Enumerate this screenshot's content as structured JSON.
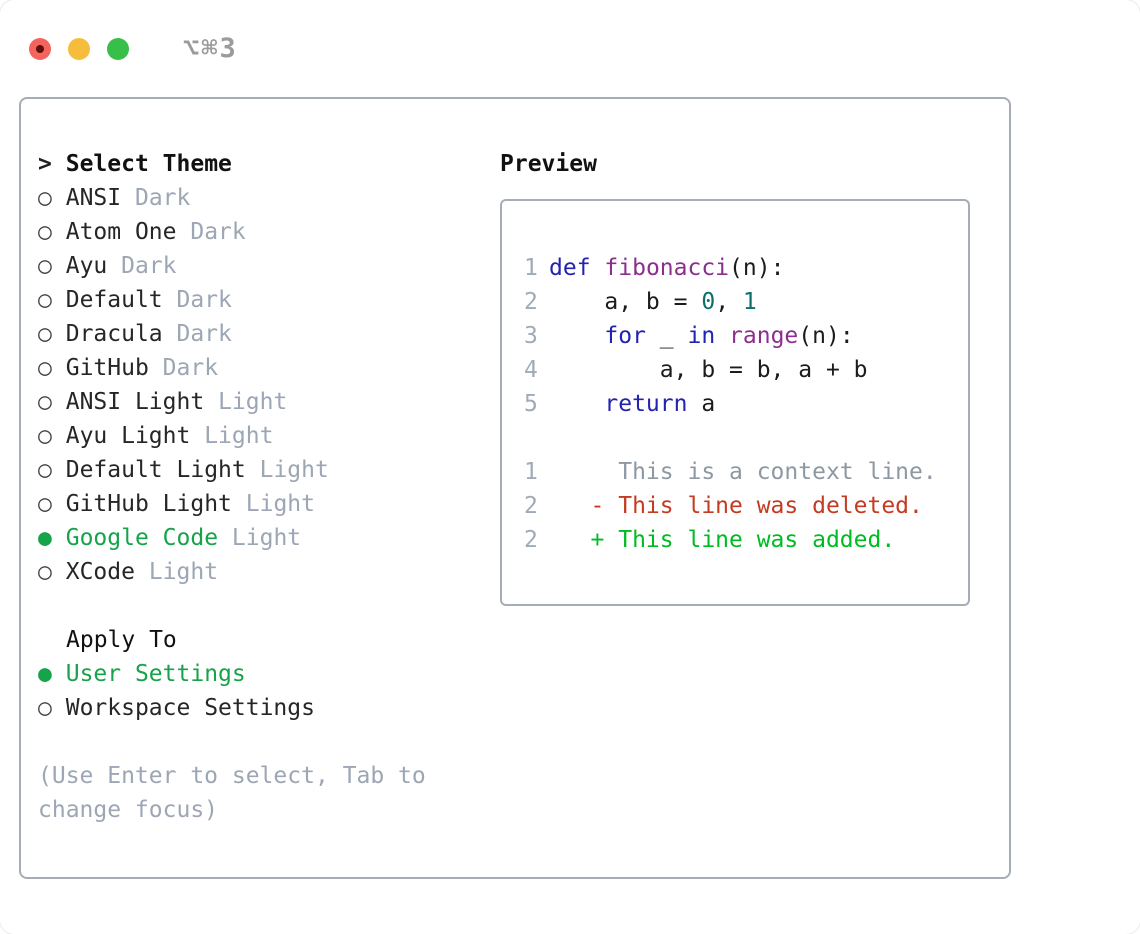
{
  "window": {
    "title": "⌥⌘3",
    "traffic_lights": [
      {
        "name": "close-button"
      },
      {
        "name": "minimize-button"
      },
      {
        "name": "zoom-button"
      }
    ]
  },
  "theme_selector": {
    "header_marker": ">",
    "header": "Select Theme",
    "items": [
      {
        "label": "ANSI",
        "variant": "Dark",
        "selected": false
      },
      {
        "label": "Atom One",
        "variant": "Dark",
        "selected": false
      },
      {
        "label": "Ayu",
        "variant": "Dark",
        "selected": false
      },
      {
        "label": "Default",
        "variant": "Dark",
        "selected": false
      },
      {
        "label": "Dracula",
        "variant": "Dark",
        "selected": false
      },
      {
        "label": "GitHub",
        "variant": "Dark",
        "selected": false
      },
      {
        "label": "ANSI Light",
        "variant": "Light",
        "selected": false
      },
      {
        "label": "Ayu Light",
        "variant": "Light",
        "selected": false
      },
      {
        "label": "Default Light",
        "variant": "Light",
        "selected": false
      },
      {
        "label": "GitHub Light",
        "variant": "Light",
        "selected": false
      },
      {
        "label": "Google Code",
        "variant": "Light",
        "selected": true
      },
      {
        "label": "XCode",
        "variant": "Light",
        "selected": false
      }
    ],
    "selected_marker": "●",
    "unselected_marker": "○"
  },
  "apply_to": {
    "header": "Apply To",
    "options": [
      {
        "label": "User Settings",
        "selected": true
      },
      {
        "label": "Workspace Settings",
        "selected": false
      }
    ]
  },
  "help": {
    "line1": "(Use Enter to select, Tab to",
    "line2": "change focus)"
  },
  "preview": {
    "header": "Preview",
    "code_lines": [
      {
        "num": "1",
        "tokens": [
          {
            "t": "def",
            "c": "kwd"
          },
          {
            "t": " ",
            "c": "pln"
          },
          {
            "t": "fibonacci",
            "c": "typ"
          },
          {
            "t": "(n):",
            "c": "pln"
          }
        ]
      },
      {
        "num": "2",
        "tokens": [
          {
            "t": "    a, b = ",
            "c": "pln"
          },
          {
            "t": "0",
            "c": "lit"
          },
          {
            "t": ", ",
            "c": "pln"
          },
          {
            "t": "1",
            "c": "lit"
          }
        ]
      },
      {
        "num": "3",
        "tokens": [
          {
            "t": "    ",
            "c": "pln"
          },
          {
            "t": "for",
            "c": "kwd"
          },
          {
            "t": " _ ",
            "c": "pln"
          },
          {
            "t": "in",
            "c": "kwd"
          },
          {
            "t": " ",
            "c": "pln"
          },
          {
            "t": "range",
            "c": "typ"
          },
          {
            "t": "(n):",
            "c": "pln"
          }
        ]
      },
      {
        "num": "4",
        "tokens": [
          {
            "t": "        a, b = b, a + b",
            "c": "pln"
          }
        ]
      },
      {
        "num": "5",
        "tokens": [
          {
            "t": "    ",
            "c": "pln"
          },
          {
            "t": "return",
            "c": "kwd"
          },
          {
            "t": " a",
            "c": "pln"
          }
        ]
      }
    ],
    "diff_lines": [
      {
        "num": "1",
        "type": "ctx",
        "text": "     This is a context line."
      },
      {
        "num": "2",
        "type": "del",
        "text": "   - This line was deleted."
      },
      {
        "num": "2",
        "type": "add",
        "text": "   + This line was added."
      }
    ]
  },
  "colors": {
    "green": "#16a34a",
    "muted": "#9ca6b4",
    "border": "#a6adb8",
    "lnum": "#9fabb8",
    "red": "#c53b22",
    "addgreen": "#00bb22",
    "kwd": "#2323b2",
    "typ": "#8b2f8f",
    "lit": "#0e6e6e",
    "ctx": "#8e98a3",
    "textdark": "#262626",
    "titlegray": "#9b9b9b",
    "close": "#f4645d",
    "closedot": "#5a100b",
    "minimize": "#f6bd3c",
    "zoom": "#38bf4a"
  }
}
